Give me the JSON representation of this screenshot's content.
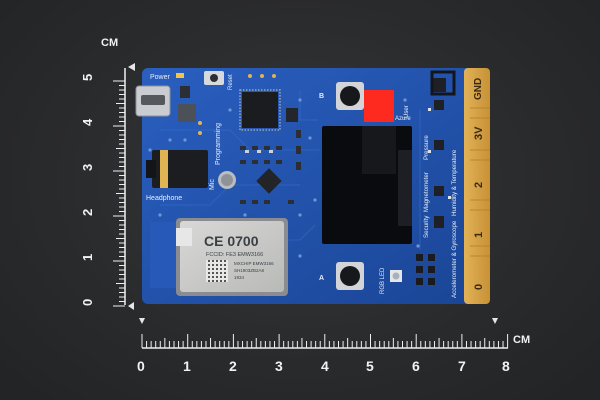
{
  "rulers": {
    "unit_label": "CM",
    "vertical_ticks": [
      "0",
      "1",
      "2",
      "3",
      "4",
      "5"
    ],
    "horizontal_ticks": [
      "0",
      "1",
      "2",
      "3",
      "4",
      "5",
      "6",
      "7",
      "8"
    ]
  },
  "board": {
    "silkscreen": {
      "power": "Power",
      "reset": "Reset",
      "programming": "Programming",
      "mic": "Mic",
      "headphone": "Headphone",
      "button_b": "B",
      "button_a": "A",
      "user": "User",
      "azure": "Azure",
      "rgb_led": "RGB LED",
      "pressure": "Pressure",
      "magnetometer": "Magnetometer",
      "humidity_temperature": "Humidity & Temperature",
      "security": "Security",
      "accelerometer_gyroscope": "Accelerometer & Gyroscope"
    },
    "edge_pads": [
      "GND",
      "3V",
      "2",
      "1",
      "0"
    ],
    "module": {
      "ce_mark": "CE 0700",
      "fcc": "FCCID: FE3 EMW3166",
      "line1": "MXCHIP EMW3166",
      "line2": "SH1903ZB2A8",
      "line3": "1934"
    }
  },
  "colors": {
    "pcb": "#1d4fa6",
    "edge_gold": "#d9a64a",
    "background": "#2a2b2d",
    "ruler": "#ffffff",
    "red_led": "#ff2a1f"
  }
}
